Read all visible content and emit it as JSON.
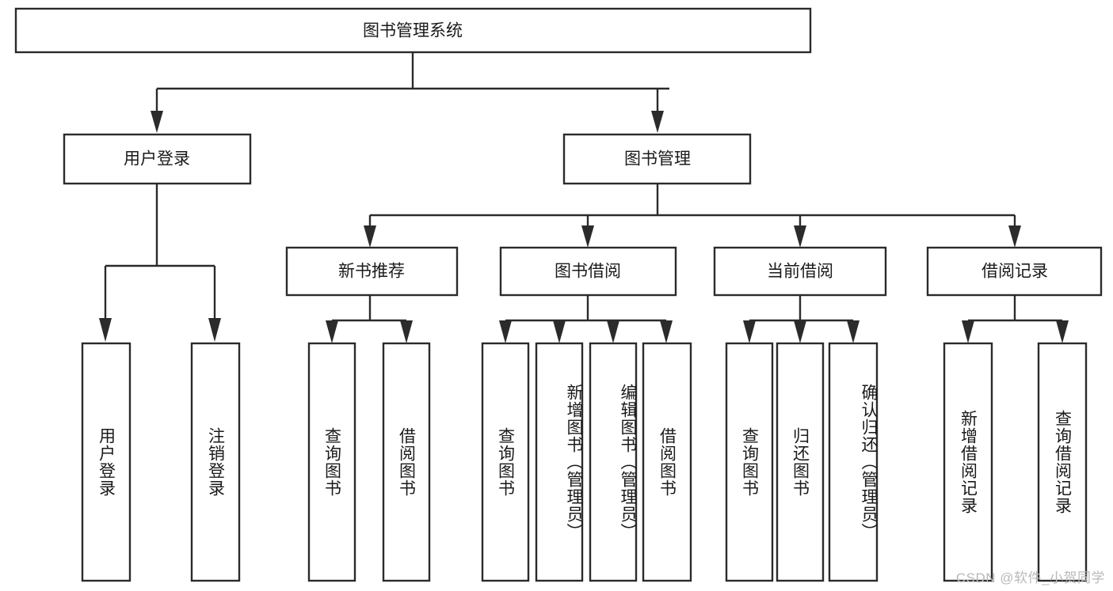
{
  "diagram": {
    "type": "tree-hierarchy",
    "title": "图书管理系统",
    "root": {
      "label": "图书管理系统",
      "orientation": "horizontal"
    },
    "level2": [
      {
        "label": "用户登录",
        "orientation": "horizontal"
      },
      {
        "label": "图书管理",
        "orientation": "horizontal"
      }
    ],
    "level3": [
      {
        "label": "新书推荐",
        "orientation": "horizontal",
        "parent": "图书管理"
      },
      {
        "label": "图书借阅",
        "orientation": "horizontal",
        "parent": "图书管理"
      },
      {
        "label": "当前借阅",
        "orientation": "horizontal",
        "parent": "图书管理"
      },
      {
        "label": "借阅记录",
        "orientation": "horizontal",
        "parent": "图书管理"
      }
    ],
    "leaves": {
      "user_login": [
        {
          "label": "用户登录",
          "orientation": "vertical"
        },
        {
          "label": "注销登录",
          "orientation": "vertical"
        }
      ],
      "new_book_recommend": [
        {
          "label": "查询图书",
          "orientation": "vertical"
        },
        {
          "label": "借阅图书",
          "orientation": "vertical"
        }
      ],
      "book_borrow": [
        {
          "label": "查询图书",
          "orientation": "vertical"
        },
        {
          "label": "新增图书（管理员）",
          "orientation": "vertical"
        },
        {
          "label": "编辑图书（管理员）",
          "orientation": "vertical"
        },
        {
          "label": "借阅图书",
          "orientation": "vertical"
        }
      ],
      "current_borrow": [
        {
          "label": "查询图书",
          "orientation": "vertical"
        },
        {
          "label": "归还图书",
          "orientation": "vertical"
        },
        {
          "label": "确认归还（管理员）",
          "orientation": "vertical"
        }
      ],
      "borrow_record": [
        {
          "label": "新增借阅记录",
          "orientation": "vertical"
        },
        {
          "label": "查询借阅记录",
          "orientation": "vertical"
        }
      ]
    },
    "colors": {
      "box_stroke": "#2b2b2b",
      "box_fill": "#ffffff",
      "text": "#1a1a1a",
      "background": "#ffffff",
      "watermark": "#b9b9b9"
    }
  },
  "watermark": {
    "text": "CSDN @软件_小贺同学"
  }
}
